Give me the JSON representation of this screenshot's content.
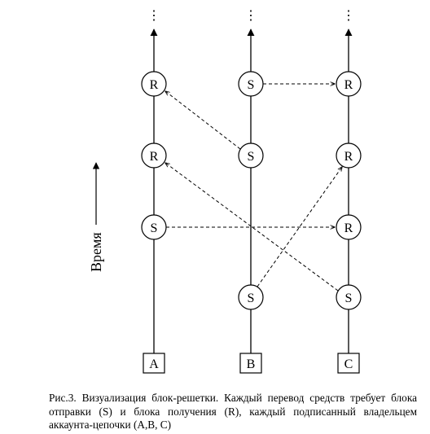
{
  "chains": [
    {
      "label": "A",
      "nodes": [
        "R",
        "R",
        "S"
      ]
    },
    {
      "label": "B",
      "nodes": [
        "S",
        "S",
        "S"
      ]
    },
    {
      "label": "C",
      "nodes": [
        "R",
        "R",
        "R",
        "S"
      ]
    }
  ],
  "time_axis_label": "Время",
  "continuation_glyph": "⋮",
  "transfers": [
    {
      "from": "B.S(top)",
      "to": "C.R(top)"
    },
    {
      "from": "B.S(middle)",
      "to": "A.R(top)"
    },
    {
      "from": "A.S",
      "to": "C.R(third)"
    },
    {
      "from": "B.S(bottom)",
      "to": "C.R(second)"
    },
    {
      "from": "C.S",
      "to": "A.R(middle)"
    }
  ],
  "caption": {
    "line1": "Рис.3. Визуализация блок-решетки. Каждый перевод средств требует блока отправки (S) и блока получения (R), каждый подписанный владельцем аккаунта-цепочки (A,B, C)"
  }
}
